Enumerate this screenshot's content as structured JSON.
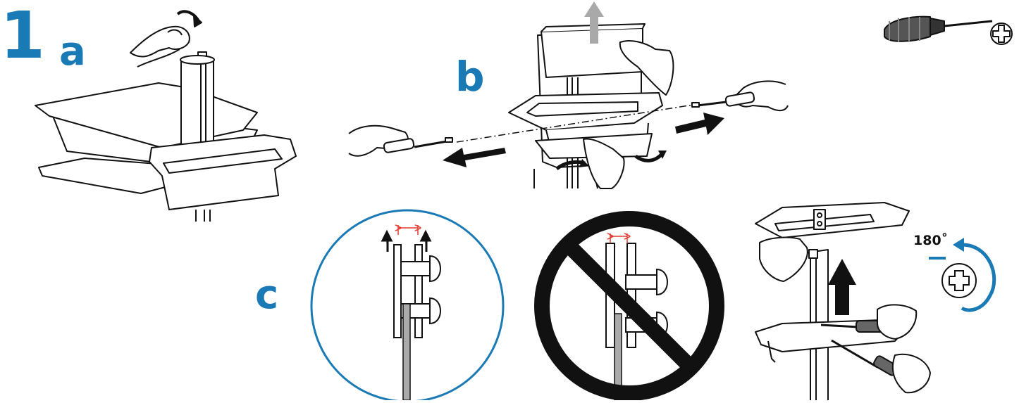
{
  "step_number": "1",
  "panel_labels": {
    "a": "a",
    "b": "b",
    "c": "c"
  },
  "rotation_label": "180˚",
  "tool_icon": "phillips-screwdriver-icon",
  "colors": {
    "accent_blue": "#1a7ab5",
    "line_black": "#111111",
    "arrow_gray": "#a9a9a9",
    "dimension_red": "#e23a2e",
    "fill_white": "#ffffff"
  }
}
